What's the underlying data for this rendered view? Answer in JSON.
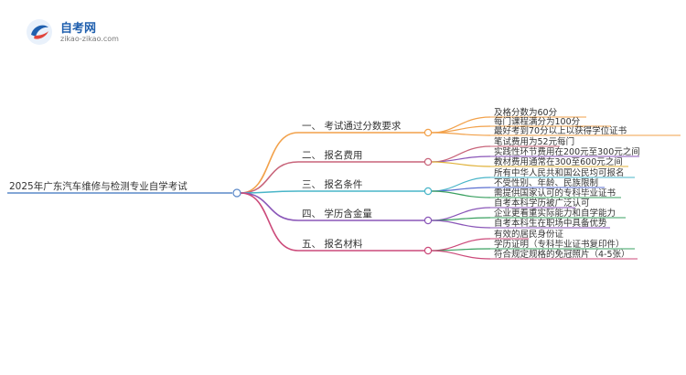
{
  "logo": {
    "title": "自考网",
    "subtitle": "zikao-zikao.com"
  },
  "root": {
    "label": "2025年广东汽车维修与检测专业自学考试"
  },
  "branches": [
    {
      "label": "一、 考试通过分数要求",
      "color": "#f2a14a",
      "children": [
        "及格分数为60分",
        "每门课程满分为100分",
        "最好考到70分以上以获得学位证书"
      ]
    },
    {
      "label": "二、 报名费用",
      "color": "#c8647a",
      "children": [
        "笔试费用为52元每门",
        "实践性环节费用在200元至300元之间",
        "教材费用通常在300至600元之间"
      ]
    },
    {
      "label": "三、 报名条件",
      "color": "#49b5c8",
      "children": [
        "所有中华人民共和国公民均可报名",
        "不受性别、年龄、民族限制",
        "需提供国家认可的专科毕业证书"
      ]
    },
    {
      "label": "四、 学历含金量",
      "color": "#8a56b8",
      "children": [
        "自考本科学历被广泛认可",
        "企业更看重实际能力和自学能力",
        "自考本科生在职场中具备优势"
      ]
    },
    {
      "label": "五、 报名材料",
      "color": "#cc4a7a",
      "children": [
        "有效的居民身份证",
        "学历证明（专科毕业证书复印件）",
        "符合规定规格的免冠照片（4-5张）"
      ]
    }
  ],
  "child_colors": [
    [
      "#f2a14a",
      "#f2a14a",
      "#f2a14a"
    ],
    [
      "#c8647a",
      "#8a56b8",
      "#e0b23a"
    ],
    [
      "#49b5c8",
      "#5a6fd0",
      "#3aa060"
    ],
    [
      "#8a56b8",
      "#3aa060",
      "#8a56b8"
    ],
    [
      "#cc4a7a",
      "#3aa060",
      "#cc4a7a"
    ]
  ]
}
